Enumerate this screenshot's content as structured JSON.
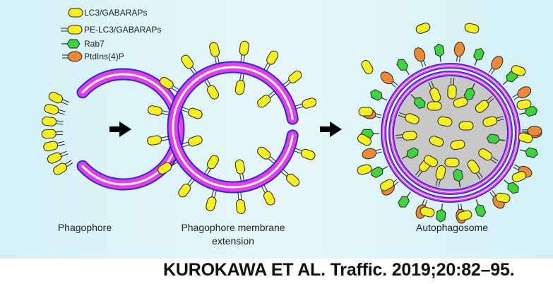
{
  "legend": {
    "lc3": "LC3/GABARAPs",
    "pe_lc3": "PE-LC3/GABARAPs",
    "rab7": "Rab7",
    "ptdins4p": "PtdIns(4)P"
  },
  "stages": {
    "phagophore": "Phagophore",
    "extension_line1": "Phagophore membrane",
    "extension_line2": "extension",
    "autophagosome": "Autophagosome"
  },
  "citation": "KUROKAWA ET AL. Traffic. 2019;20:82–95.",
  "colors": {
    "lc3": "#f7f01a",
    "rab7": "#3dd63a",
    "ptdins4p": "#ee8a36",
    "membrane_outer": "#2a2ad6",
    "membrane_inner": "#e93be9",
    "lumen": "#c8c8c8",
    "arrow": "#000000"
  }
}
